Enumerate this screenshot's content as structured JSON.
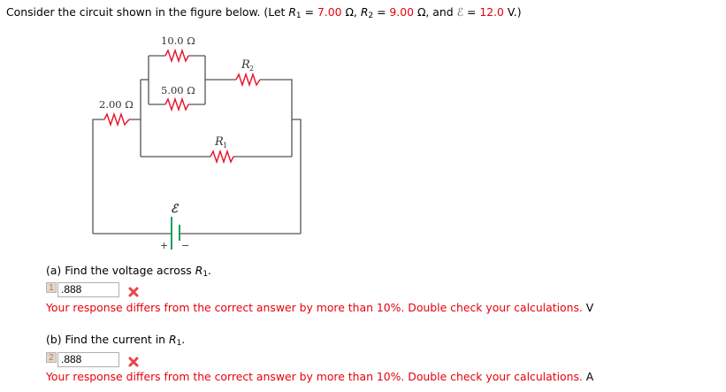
{
  "prompt": {
    "lead": "Consider the circuit shown in the figure below. (Let ",
    "r1_sym": "R",
    "r1_sub": "1",
    "eq1": " = ",
    "r1_val": "7.00",
    "omega1": " Ω, ",
    "r2_sym": "R",
    "r2_sub": "2",
    "eq2": " = ",
    "r2_val": "9.00",
    "omega2": " Ω, and ",
    "emf_sym": "ℰ",
    "eq3": " = ",
    "emf_val": "12.0",
    "tail": " V.)"
  },
  "figure": {
    "labels": {
      "r_10": "10.0 Ω",
      "r_5": "5.00 Ω",
      "r_2": "2.00 Ω",
      "r2": "R",
      "r2_sub": "2",
      "r1": "R",
      "r1_sub": "1",
      "emf": "ℰ",
      "plus": "+",
      "minus": "−"
    },
    "colors": {
      "wire": "#555555",
      "resistor": "#e8102a",
      "battery": "#16a05a"
    }
  },
  "parts": [
    {
      "label_prefix": "(a) Find the voltage across ",
      "sym": "R",
      "sub": "1",
      "label_suffix": ".",
      "badge": "1",
      "answer": ".888",
      "status_icon": "incorrect-x-icon",
      "feedback": "Your response differs from the correct answer by more than 10%. Double check your calculations.",
      "unit": "V"
    },
    {
      "label_prefix": "(b) Find the current in ",
      "sym": "R",
      "sub": "1",
      "label_suffix": ".",
      "badge": "2",
      "answer": ".888",
      "status_icon": "incorrect-x-icon",
      "feedback": "Your response differs from the correct answer by more than 10%. Double check your calculations.",
      "unit": "A"
    }
  ]
}
